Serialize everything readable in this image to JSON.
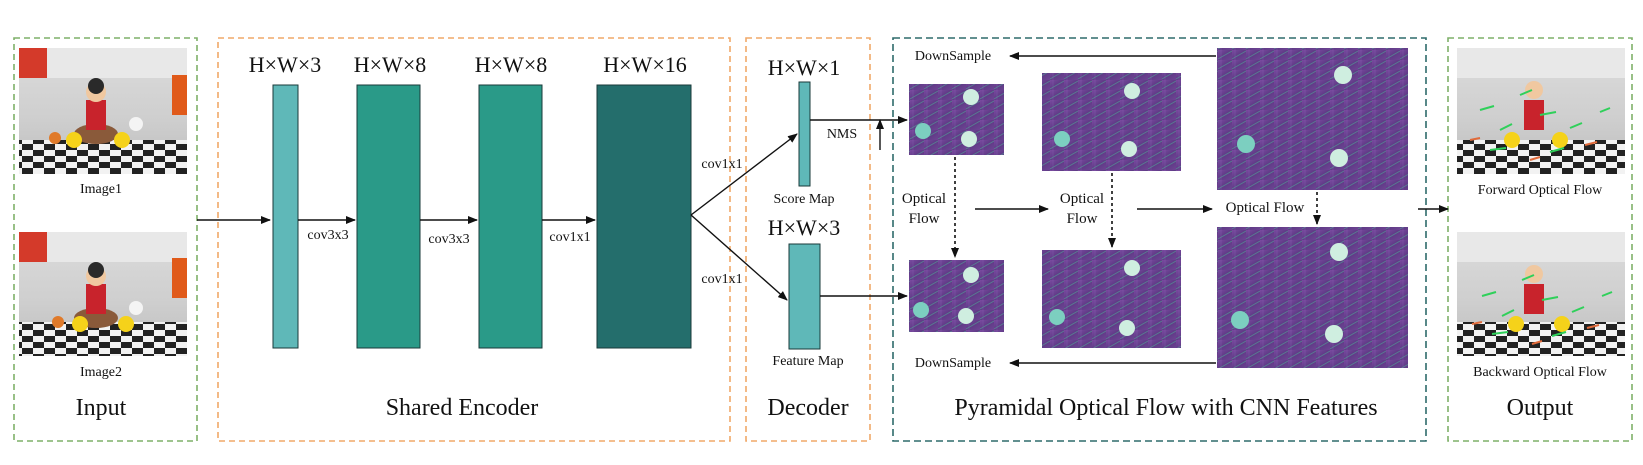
{
  "sections": {
    "input": "Input",
    "encoder": "Shared Encoder",
    "decoder": "Decoder",
    "flow": "Pyramidal Optical Flow with CNN Features",
    "output": "Output"
  },
  "images": {
    "image1": "Image1",
    "image2": "Image2"
  },
  "dims": {
    "d1": "H×W×3",
    "d2": "H×W×8",
    "d3": "H×W×8",
    "d4": "H×W×16",
    "d5": "H×W×1",
    "d6": "H×W×3"
  },
  "ops": {
    "op1": "cov3x3",
    "op2": "cov3x3",
    "op3": "cov1x1",
    "op4": "cov1x1",
    "op5": "cov1x1",
    "nms": "NMS"
  },
  "maps": {
    "score": "Score Map",
    "feature": "Feature Map"
  },
  "flow": {
    "downsample_top": "DownSample",
    "downsample_bottom": "DownSample",
    "of1_line1": "Optical",
    "of1_line2": "Flow",
    "of2_line1": "Optical",
    "of2_line2": "Flow",
    "of3": "Optical Flow"
  },
  "outputs": {
    "forward": "Forward Optical Flow",
    "backward": "Backward Optical Flow"
  },
  "colors": {
    "green_dash": "#7fb069",
    "orange_dash": "#f0a868",
    "teal_dash": "#2e6b6b",
    "bar_light": "#5fb8b8",
    "bar_mid": "#2a9a88",
    "bar_dark": "#246e6c",
    "feature_bg": "#6a3f8f",
    "dot": "#cfeee0"
  }
}
